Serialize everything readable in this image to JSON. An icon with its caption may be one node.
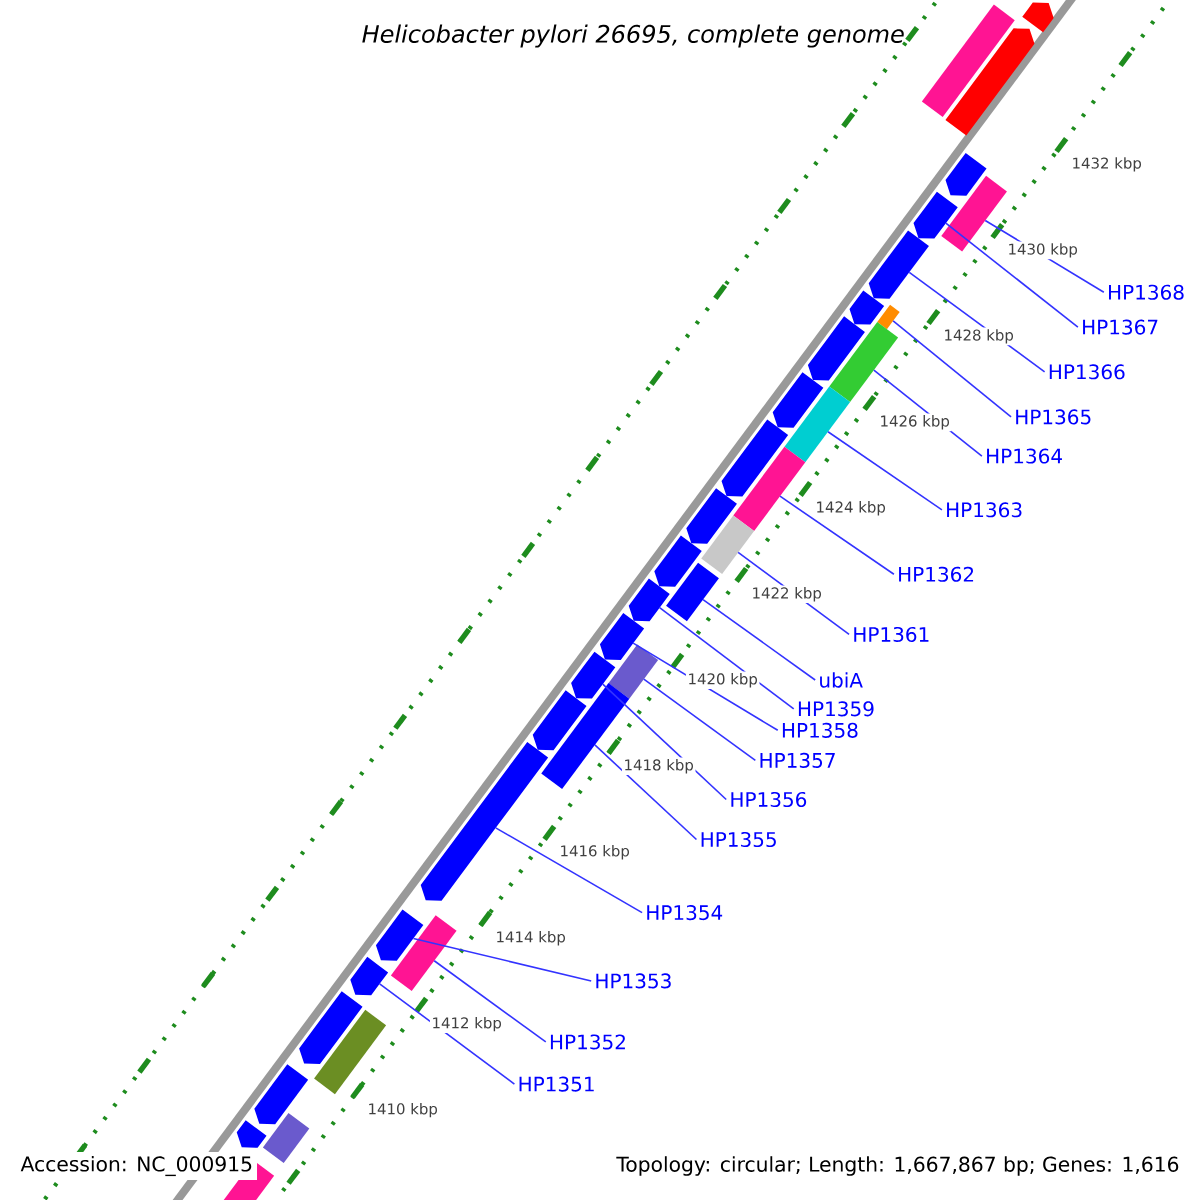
{
  "diagram": {
    "title": "Helicobacter pylori 26695, complete genome",
    "nodes": [
      {
        "text": [
          "HP1368"
        ]
      },
      {
        "text": [
          "HP1367"
        ]
      },
      {
        "text": [
          "HP1366"
        ]
      },
      {
        "text": [
          "HP1365"
        ]
      },
      {
        "text": [
          "HP1364"
        ]
      },
      {
        "text": [
          "HP1363"
        ]
      },
      {
        "text": [
          "HP1362"
        ]
      },
      {
        "text": [
          "HP1361"
        ]
      },
      {
        "text": [
          "ubiA"
        ]
      },
      {
        "text": [
          "HP1359"
        ]
      },
      {
        "text": [
          "HP1358"
        ]
      },
      {
        "text": [
          "HP1357"
        ]
      },
      {
        "text": [
          "HP1356"
        ]
      },
      {
        "text": [
          "HP1355"
        ]
      },
      {
        "text": [
          "HP1354"
        ]
      },
      {
        "text": [
          "HP1353"
        ]
      },
      {
        "text": [
          "HP1352"
        ]
      },
      {
        "text": [
          "HP1351"
        ]
      },
      {
        "text": [],
        "shape": "arrow"
      },
      {
        "text": [],
        "shape": "bar"
      },
      {
        "text": [],
        "shape": "arrow"
      },
      {
        "text": [],
        "shape": "arrow"
      },
      {
        "text": [],
        "shape": "bar"
      },
      {
        "text": [],
        "shape": "arrow"
      },
      {
        "text": [],
        "shape": "arrow"
      },
      {
        "text": [],
        "shape": "arrow"
      },
      {
        "text": [],
        "shape": "bar"
      },
      {
        "text": [],
        "shape": "arrow"
      },
      {
        "text": [],
        "shape": "bar"
      },
      {
        "text": [],
        "shape": "arrow"
      },
      {
        "text": [],
        "shape": "bar"
      },
      {
        "text": [],
        "shape": "arrow"
      },
      {
        "text": [],
        "shape": "bar"
      },
      {
        "text": [],
        "shape": "arrow"
      },
      {
        "text": [],
        "shape": "bar"
      },
      {
        "text": [],
        "shape": "arrow"
      },
      {
        "text": [],
        "shape": "bar"
      },
      {
        "text": [],
        "shape": "arrow"
      },
      {
        "text": [],
        "shape": "arrow"
      },
      {
        "text": [],
        "shape": "bar"
      },
      {
        "text": [],
        "shape": "arrow"
      },
      {
        "text": [],
        "shape": "arrow"
      },
      {
        "text": [],
        "shape": "bar"
      },
      {
        "text": [],
        "shape": "arrow"
      },
      {
        "text": [],
        "shape": "arrow"
      },
      {
        "text": [],
        "shape": "bar"
      },
      {
        "text": [],
        "shape": "arrow"
      },
      {
        "text": [],
        "shape": "arrow"
      },
      {
        "text": [],
        "shape": "bar"
      },
      {
        "text": [],
        "shape": "arrow"
      },
      {
        "text": [],
        "shape": "bar"
      },
      {
        "text": [],
        "shape": "arrow"
      },
      {
        "text": [],
        "shape": "bar"
      }
    ],
    "edges": [
      {
        "from": 0,
        "to": 22,
        "arrow": "none"
      },
      {
        "from": 1,
        "to": 23,
        "arrow": "none"
      },
      {
        "from": 2,
        "to": 24,
        "arrow": "none"
      },
      {
        "from": 3,
        "to": 26,
        "arrow": "none"
      },
      {
        "from": 4,
        "to": 28,
        "arrow": "none"
      },
      {
        "from": 5,
        "to": 30,
        "arrow": "none"
      },
      {
        "from": 6,
        "to": 32,
        "arrow": "none"
      },
      {
        "from": 7,
        "to": 34,
        "arrow": "none"
      },
      {
        "from": 8,
        "to": 36,
        "arrow": "none"
      },
      {
        "from": 9,
        "to": 37,
        "arrow": "none"
      },
      {
        "from": 10,
        "to": 38,
        "arrow": "none"
      },
      {
        "from": 11,
        "to": 39,
        "arrow": "none"
      },
      {
        "from": 12,
        "to": 40,
        "arrow": "none"
      },
      {
        "from": 13,
        "to": 42,
        "arrow": "none"
      },
      {
        "from": 14,
        "to": 43,
        "arrow": "none"
      },
      {
        "from": 15,
        "to": 44,
        "arrow": "none"
      },
      {
        "from": 16,
        "to": 45,
        "arrow": "none"
      },
      {
        "from": 17,
        "to": 46,
        "arrow": "none"
      }
    ],
    "labels": [
      "1432 kbp",
      "1430 kbp",
      "1428 kbp",
      "1426 kbp",
      "1424 kbp",
      "1422 kbp",
      "1420 kbp",
      "1418 kbp",
      "1416 kbp",
      "1414 kbp",
      "1412 kbp",
      "1410 kbp",
      "Accession: NC_000915",
      "Topology: circular; Length: 1,667,867 bp; Genes: 1,616"
    ]
  }
}
